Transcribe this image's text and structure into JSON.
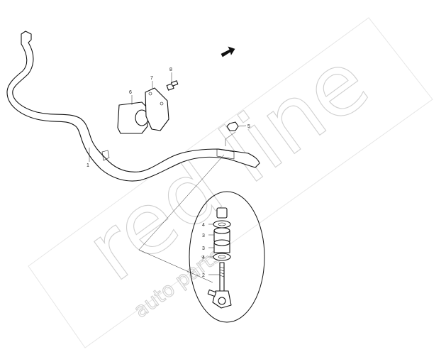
{
  "diagram": {
    "callouts": [
      {
        "id": "c1",
        "label": "1"
      },
      {
        "id": "c2",
        "label": "2"
      },
      {
        "id": "c3a",
        "label": "3"
      },
      {
        "id": "c3b",
        "label": "3"
      },
      {
        "id": "c4a",
        "label": "4"
      },
      {
        "id": "c4b",
        "label": "4"
      },
      {
        "id": "c5",
        "label": "5"
      },
      {
        "id": "c6",
        "label": "6"
      },
      {
        "id": "c7",
        "label": "7"
      },
      {
        "id": "c8",
        "label": "8"
      }
    ]
  },
  "watermark": {
    "logo": "red line",
    "tagline": "auto parts"
  }
}
